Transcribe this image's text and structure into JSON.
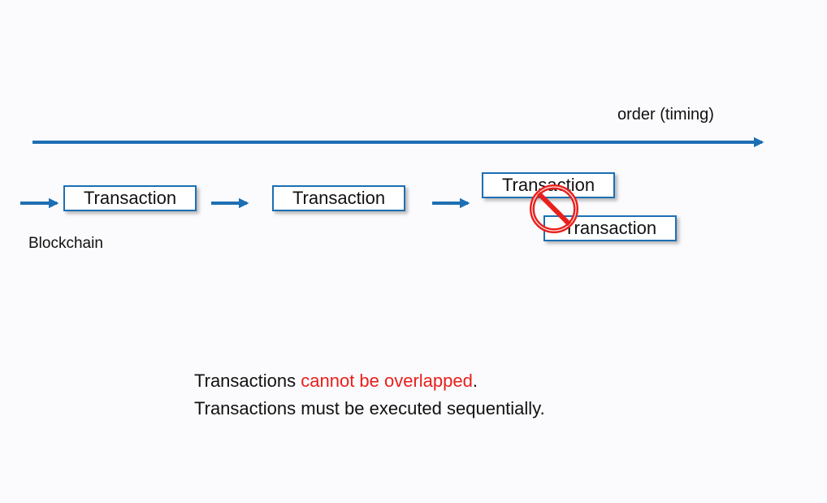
{
  "timeline": {
    "label": "order (timing)"
  },
  "blockchain": {
    "label": "Blockchain",
    "transactions": [
      {
        "label": "Transaction"
      },
      {
        "label": "Transaction"
      },
      {
        "label": "Transaction"
      },
      {
        "label": "Transaction"
      }
    ]
  },
  "message": {
    "line1_prefix": "Transactions ",
    "line1_highlight": "cannot be overlapped",
    "line1_suffix": ".",
    "line2": "Transactions must be executed sequentially."
  },
  "icons": {
    "prohibited": "no-entry-icon",
    "arrow": "arrow-right-icon"
  },
  "colors": {
    "arrow": "#1d6fb3",
    "box_border": "#1d6fb3",
    "highlight": "#e8201c",
    "prohibited": "#e8201c"
  }
}
